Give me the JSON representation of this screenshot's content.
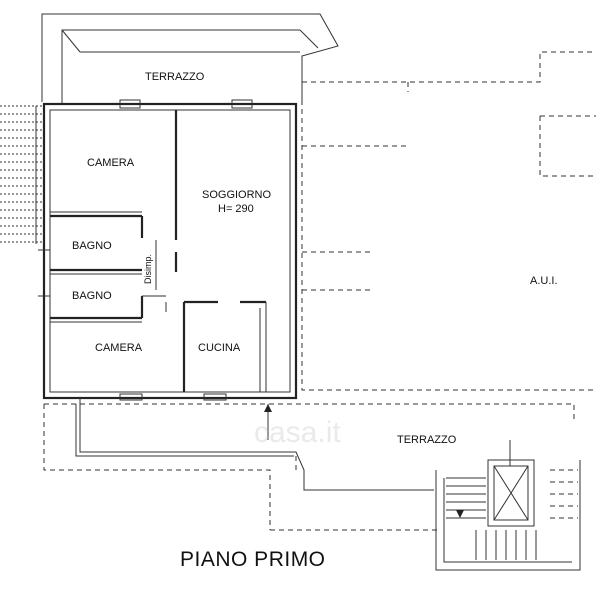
{
  "rooms": {
    "terrazzo_top": "TERRAZZO",
    "camera_top": "CAMERA",
    "soggiorno": "SOGGIORNO",
    "soggiorno_height": "H= 290",
    "bagno_1": "BAGNO",
    "bagno_2": "BAGNO",
    "disimpegno": "Disimp.",
    "camera_bottom": "CAMERA",
    "cucina": "CUCINA",
    "aui": "A.U.I.",
    "terrazzo_bottom": "TERRAZZO"
  },
  "watermark": "casa.it",
  "title": "PIANO PRIMO"
}
